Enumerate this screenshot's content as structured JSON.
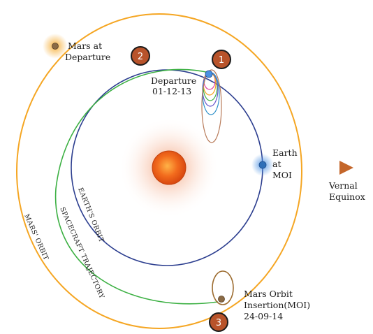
{
  "title": "",
  "labels": {
    "mars_departure_line1": "Mars at",
    "mars_departure_line2": "Departure",
    "departure_line1": "Departure",
    "departure_date": "01-12-13",
    "earth_moi_line1": "Earth",
    "earth_moi_line2": "at",
    "earth_moi_line3": "MOI",
    "vernal_line1": "Vernal",
    "vernal_line2": "Equinox",
    "moi_line1": "Mars Orbit",
    "moi_line2": "Insertion(MOI)",
    "moi_date": "24-09-14",
    "earths_orbit": "EARTH'S ORBIT",
    "mars_orbit": "MARS' ORBIT",
    "spacecraft_trajectory": "SPACECRAFT TRAJECTORY"
  },
  "markers": [
    {
      "number": "1"
    },
    {
      "number": "2"
    },
    {
      "number": "3"
    }
  ],
  "colors": {
    "mars_orbit": "#F5A623",
    "earth_orbit": "#2C3E8F",
    "trajectory": "#3CB043",
    "marker_fill": "#B8532A",
    "sun_core": "#E8601C",
    "earth_glow": "#4A90E2",
    "mars_glow": "#F5A623",
    "moi_loop": "#9C6B2F"
  },
  "icons": [
    "sun-icon",
    "earth-icon",
    "mars-icon",
    "vernal-arrow-icon"
  ]
}
